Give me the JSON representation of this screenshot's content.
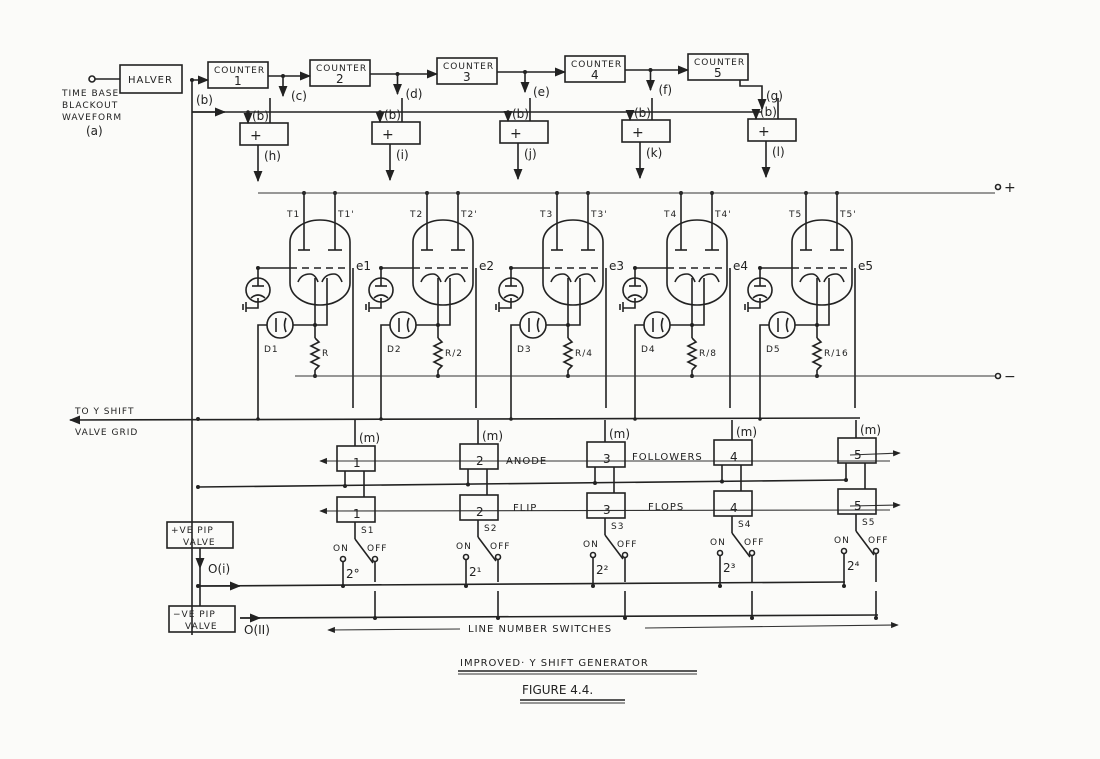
{
  "figure": {
    "title": "IMPROVED· Y SHIFT GENERATOR",
    "number": "FIGURE 4.4."
  },
  "input": {
    "label_lines": [
      "TIME BASE",
      "BLACKOUT",
      "WAVEFORM",
      "(a)"
    ]
  },
  "halver": {
    "label": "HALVER"
  },
  "counters": [
    {
      "line1": "COUNTER",
      "line2": "1",
      "output": "(c)"
    },
    {
      "line1": "COUNTER",
      "line2": "2",
      "output": "(d)"
    },
    {
      "line1": "COUNTER",
      "line2": "3",
      "output": "(e)"
    },
    {
      "line1": "COUNTER",
      "line2": "4",
      "output": "(f)"
    },
    {
      "line1": "COUNTER",
      "line2": "5",
      "output": "(g)"
    }
  ],
  "bus_b_label": "(b)",
  "adders": [
    {
      "symbol": "+",
      "in_label": "(b)",
      "out_label": "(h)"
    },
    {
      "symbol": "+",
      "in_label": "(b)",
      "out_label": "(i)"
    },
    {
      "symbol": "+",
      "in_label": "(b)",
      "out_label": "(j)"
    },
    {
      "symbol": "+",
      "in_label": "(b)",
      "out_label": "(k)"
    },
    {
      "symbol": "+",
      "in_label": "(b)",
      "out_label": "(l)"
    }
  ],
  "stages": [
    {
      "t": "T1",
      "tp": "T1'",
      "e": "e1",
      "d": "D1",
      "r": "R"
    },
    {
      "t": "T2",
      "tp": "T2'",
      "e": "e2",
      "d": "D2",
      "r": "R/2"
    },
    {
      "t": "T3",
      "tp": "T3'",
      "e": "e3",
      "d": "D3",
      "r": "R/4"
    },
    {
      "t": "T4",
      "tp": "T4'",
      "e": "e4",
      "d": "D4",
      "r": "R/8"
    },
    {
      "t": "T5",
      "tp": "T5'",
      "e": "e5",
      "d": "D5",
      "r": "R/16"
    }
  ],
  "supply": {
    "plus": "+",
    "minus": "−"
  },
  "output": {
    "line1": "TO Y SHIFT",
    "line2": "VALVE GRID"
  },
  "anode_followers": {
    "label_left": "ANODE",
    "label_right": "FOLLOWERS",
    "input_label": "(m)",
    "units": [
      "1",
      "2",
      "3",
      "4",
      "5"
    ]
  },
  "flip_flops": {
    "label_left": "FLIP",
    "label_right": "FLOPS",
    "units": [
      "1",
      "2",
      "3",
      "4",
      "5"
    ]
  },
  "switches": [
    {
      "name": "S1",
      "on": "ON",
      "off": "OFF",
      "weight": "2°"
    },
    {
      "name": "S2",
      "on": "ON",
      "off": "OFF",
      "weight": "2¹"
    },
    {
      "name": "S3",
      "on": "ON",
      "off": "OFF",
      "weight": "2²"
    },
    {
      "name": "S4",
      "on": "ON",
      "off": "OFF",
      "weight": "2³"
    },
    {
      "name": "S5",
      "on": "ON",
      "off": "OFF",
      "weight": "2⁴"
    }
  ],
  "pip_valves": [
    {
      "line1": "+VE PIP",
      "line2": "VALVE",
      "out": "O(i)"
    },
    {
      "line1": "−VE PIP",
      "line2": "VALVE",
      "out": "O(II)"
    }
  ],
  "line_number_switches": "LINE NUMBER SWITCHES"
}
